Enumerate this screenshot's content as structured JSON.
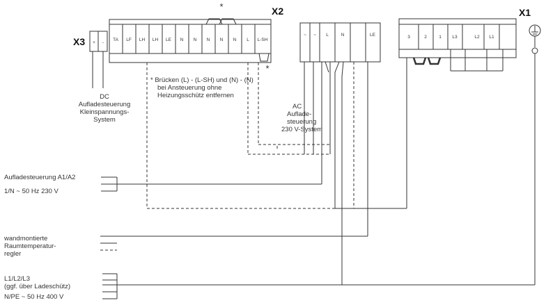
{
  "headers": {
    "x1": "X1",
    "x2": "X2",
    "x3": "X3"
  },
  "x3_terminals": [
    "+",
    "-"
  ],
  "x2_terminals": [
    "TA",
    "LF",
    "LH",
    "LH",
    "LE",
    "N",
    "N",
    "N",
    "N",
    "N",
    "L",
    "L-SH"
  ],
  "mid_terminals": [
    "~",
    "~",
    "L",
    "N",
    "LE"
  ],
  "x1_terminals": [
    "3",
    "2",
    "1",
    "L3",
    "L2",
    "L1"
  ],
  "asterisk": "*",
  "notes": {
    "bridge": [
      "* Brücken (L) - (L-SH) und (N) - (N)",
      "bei Ansteuerung ohne",
      "Heizungsschütz entfernen"
    ],
    "dc": [
      "DC",
      "Aufladesteuerung",
      "Kleinspannungs-",
      "System"
    ],
    "ac": [
      "AC",
      "Auflade-",
      "steuerung",
      "230 V-System"
    ]
  },
  "left_labels": {
    "a1a2": [
      "Aufladesteuerung A1/A2",
      "1/N ~ 50 Hz 230 V"
    ],
    "room": [
      "wandmontierte",
      "Raumtemperatur-",
      "regler"
    ],
    "supply": [
      "L1/L2/L3",
      "(ggf. über Ladeschütz)",
      "N/PE ~ 50 Hz 400 V"
    ]
  }
}
